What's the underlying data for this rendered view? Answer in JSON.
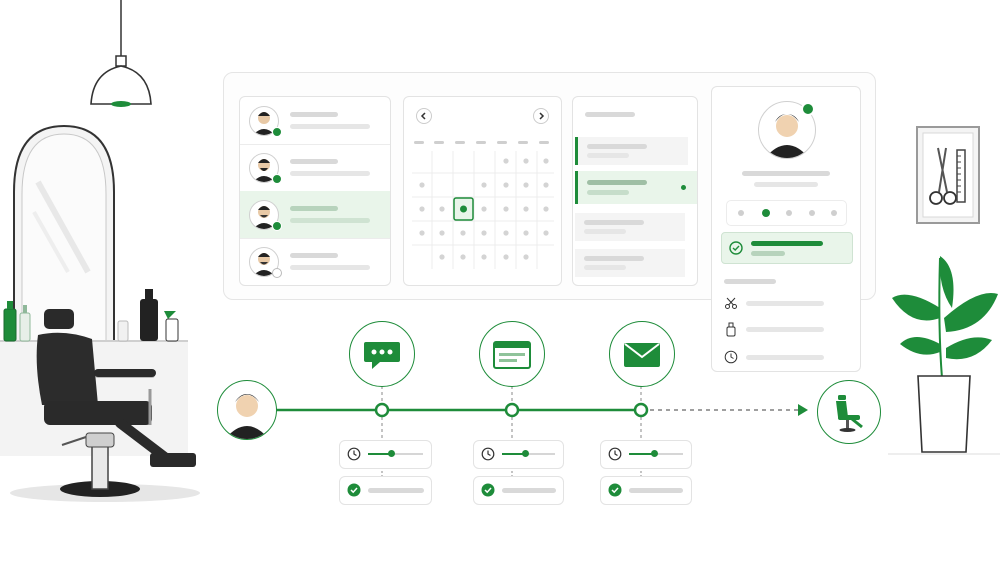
{
  "colors": {
    "accent": "#1e8c3a",
    "accent_light": "#e9f5ea",
    "placeholder_bar": "#d9d9d9",
    "border": "#e3e3e3"
  },
  "icons": {
    "lamp": "pendant-lamp-icon",
    "mirror": "mirror-icon",
    "chair": "barber-chair-icon",
    "scissors_frame": "scissors-comb-icon",
    "plant": "plant-icon",
    "chat": "chat-bubble-icon",
    "calendar": "calendar-window-icon",
    "mail": "envelope-icon",
    "clock": "clock-icon",
    "check": "check-circle-icon",
    "arrow_left": "chevron-left-icon",
    "arrow_right": "chevron-right-icon",
    "scissors": "scissors-icon",
    "bottle": "bottle-icon"
  },
  "barbers": [
    {
      "status": "online"
    },
    {
      "status": "online"
    },
    {
      "status": "online",
      "selected": true
    },
    {
      "status": "offline"
    }
  ],
  "calendar": {
    "selected_day": "active"
  },
  "timeline_steps": [
    {
      "channel": "chat"
    },
    {
      "channel": "web"
    },
    {
      "channel": "email"
    }
  ]
}
